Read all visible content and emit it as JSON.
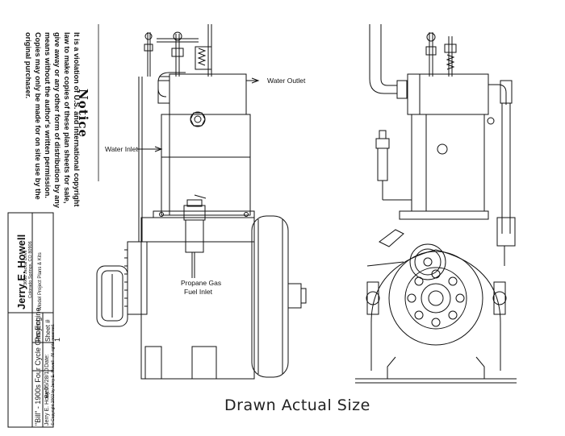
{
  "notice": {
    "title": "Notice",
    "lines": [
      "It is a violation of U.S. and international copyright",
      "law to make copies of these plan sheets for sale,",
      "give away or any other form of distribution by any",
      "means without the author's written permission.",
      "Copies may only be made for on site use by the",
      "original purchaser."
    ]
  },
  "title_block": {
    "author": "Jerry E. Howell",
    "address_line1": "3660 Jackal Drive",
    "address_line2": "Colorado Springs, CO 80906",
    "subtitle": "Model Project Plans & Kits",
    "project_label": "Project:",
    "project_name": "\"Bill\" - 1900s Four Cycle Gas Engine",
    "sheet_label": "Sheet #",
    "sheet_number": "1",
    "date_label": "Date:",
    "date_value": "05/28/10",
    "by_label": "By:",
    "by_value": "Jerry E. Howell",
    "copyright": "© Copyright 2002 by Jerry E. Howell - All rights reserved."
  },
  "labels": {
    "water_outlet": "Water Outlet",
    "water_inlet": "Water Inlet",
    "propane_line1": "Propane Gas",
    "propane_line2": "Fuel Inlet"
  },
  "caption": "Drawn Actual Size"
}
